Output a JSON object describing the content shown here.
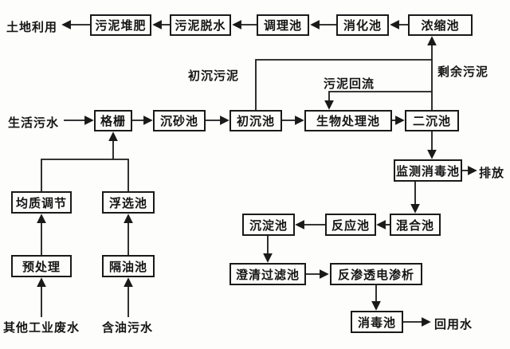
{
  "nodes": {
    "land_use": "土地利用",
    "sludge_composting": "污泥堆肥",
    "sludge_dewatering": "污泥脱水",
    "conditioning_tank": "调理池",
    "digestion_tank": "消化池",
    "thickening_tank": "浓缩池",
    "primary_sludge": "初沉污泥",
    "sludge_return": "污泥回流",
    "excess_sludge": "剩余污泥",
    "domestic_sewage": "生活污水",
    "bar_screen": "格栅",
    "grit_chamber": "沉砂池",
    "primary_sedimentation": "初沉池",
    "biological_treatment": "生物处理池",
    "secondary_sedimentation": "二沉池",
    "monitoring_disinfection": "监测消毒池",
    "discharge": "排放",
    "mixing_tank": "混合池",
    "reaction_tank": "反应池",
    "sedimentation_tank": "沉淀池",
    "clarifying_filter": "澄清过滤池",
    "ro_electrodialysis": "反渗透电渗析",
    "disinfection_tank": "消毒池",
    "reuse_water": "回用水",
    "homogenization_tank": "均质调节",
    "flotation_tank": "浮选池",
    "pretreatment": "预处理",
    "oil_separator": "隔油池",
    "other_industrial_wastewater": "其他工业废水",
    "oily_wastewater": "含油污水"
  },
  "colors": {
    "ink": "#1a1a1a",
    "background": "#fdfdfc"
  }
}
